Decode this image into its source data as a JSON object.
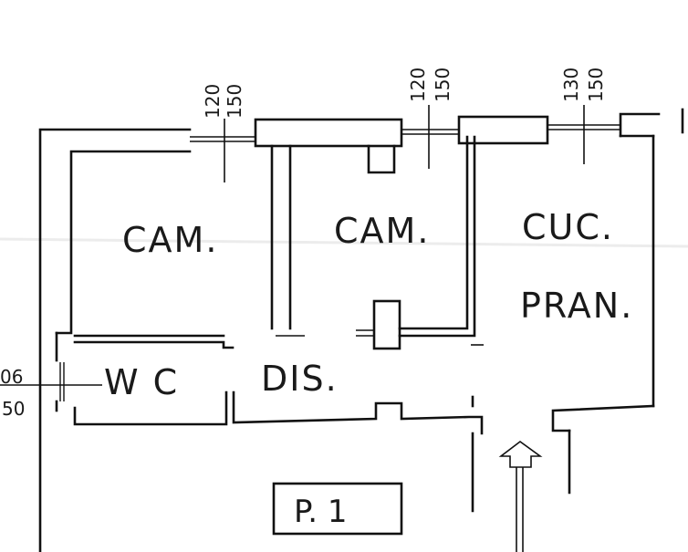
{
  "rooms": {
    "cam_left": "CAM.",
    "cam_center": "CAM.",
    "cucina_line1": "CUC.",
    "cucina_line2": "PRAN.",
    "wc": "W C",
    "disimpegno": "DIS."
  },
  "windows": {
    "left": {
      "lower": "120",
      "upper": "150"
    },
    "center": {
      "lower": "120",
      "upper": "150"
    },
    "right": {
      "lower": "130",
      "upper": "150"
    }
  },
  "wc_window": {
    "upper": "06",
    "lower": "50"
  },
  "plate": {
    "label": "P. 1"
  },
  "entrance_icon": "arrow-up-icon",
  "colors": {
    "ink": "#111111",
    "paper": "#ffffff"
  }
}
